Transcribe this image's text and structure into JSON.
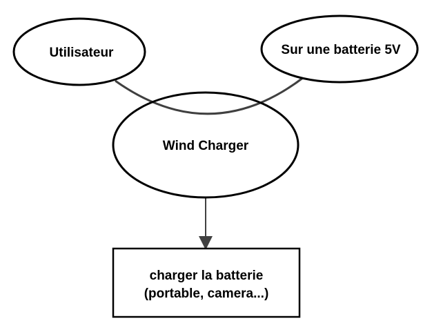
{
  "nodes": {
    "user": {
      "label": "Utilisateur"
    },
    "battery": {
      "label": "Sur une batterie 5V"
    },
    "charger": {
      "label": "Wind Charger"
    },
    "action": {
      "line1": "charger la batterie",
      "line2": "(portable, camera...)"
    }
  },
  "colors": {
    "stroke": "#000000",
    "connector": "#404040",
    "background": "#ffffff"
  }
}
